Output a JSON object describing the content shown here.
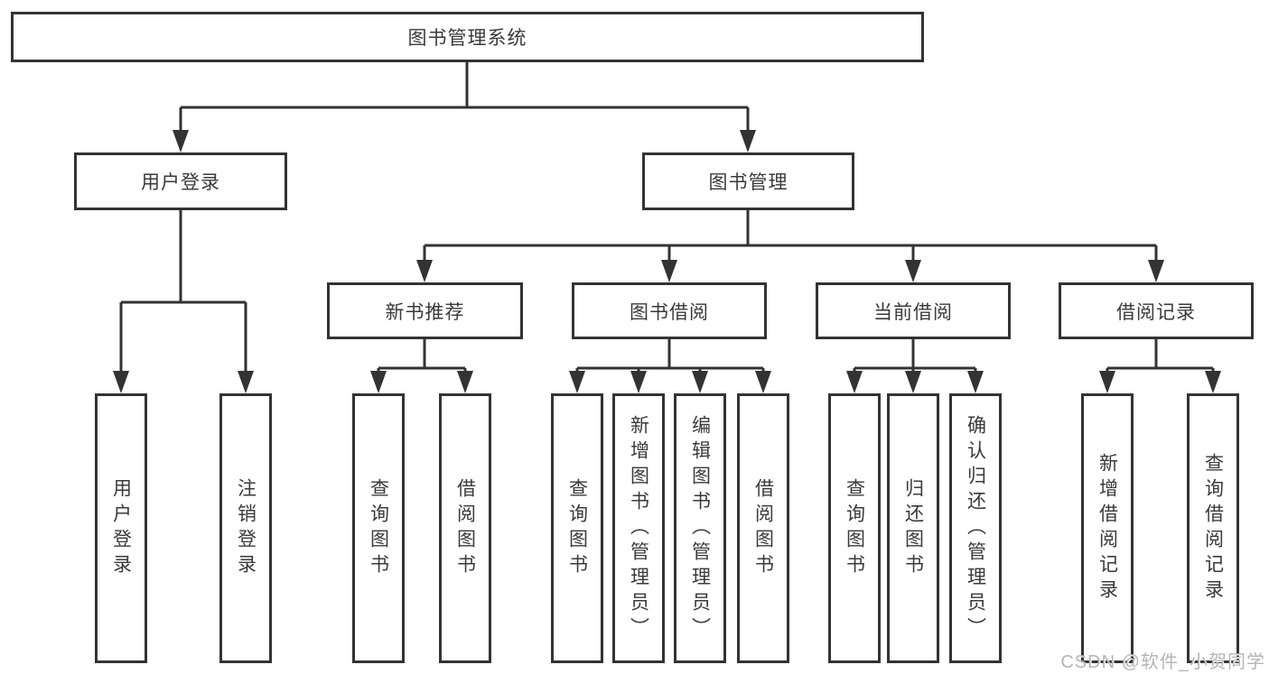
{
  "diagram": {
    "root": {
      "label": "图书管理系统"
    },
    "level1": [
      {
        "label": "用户登录"
      },
      {
        "label": "图书管理"
      }
    ],
    "level2": [
      {
        "label": "新书推荐"
      },
      {
        "label": "图书借阅"
      },
      {
        "label": "当前借阅"
      },
      {
        "label": "借阅记录"
      }
    ],
    "leaves": [
      {
        "label": "用户登录"
      },
      {
        "label": "注销登录"
      },
      {
        "label": "查询图书"
      },
      {
        "label": "借阅图书"
      },
      {
        "label": "查询图书"
      },
      {
        "label": "新增图书（管理员）"
      },
      {
        "label": "编辑图书（管理员）"
      },
      {
        "label": "借阅图书"
      },
      {
        "label": "查询图书"
      },
      {
        "label": "归还图书"
      },
      {
        "label": "确认归还（管理员）"
      },
      {
        "label": "新增借阅记录"
      },
      {
        "label": "查询借阅记录"
      }
    ],
    "colors": {
      "line": "#333333",
      "box_border": "#333333",
      "text": "#3a3a3a",
      "watermark": "#b5b5b5"
    },
    "watermark": "CSDN @软件_小贺同学"
  }
}
